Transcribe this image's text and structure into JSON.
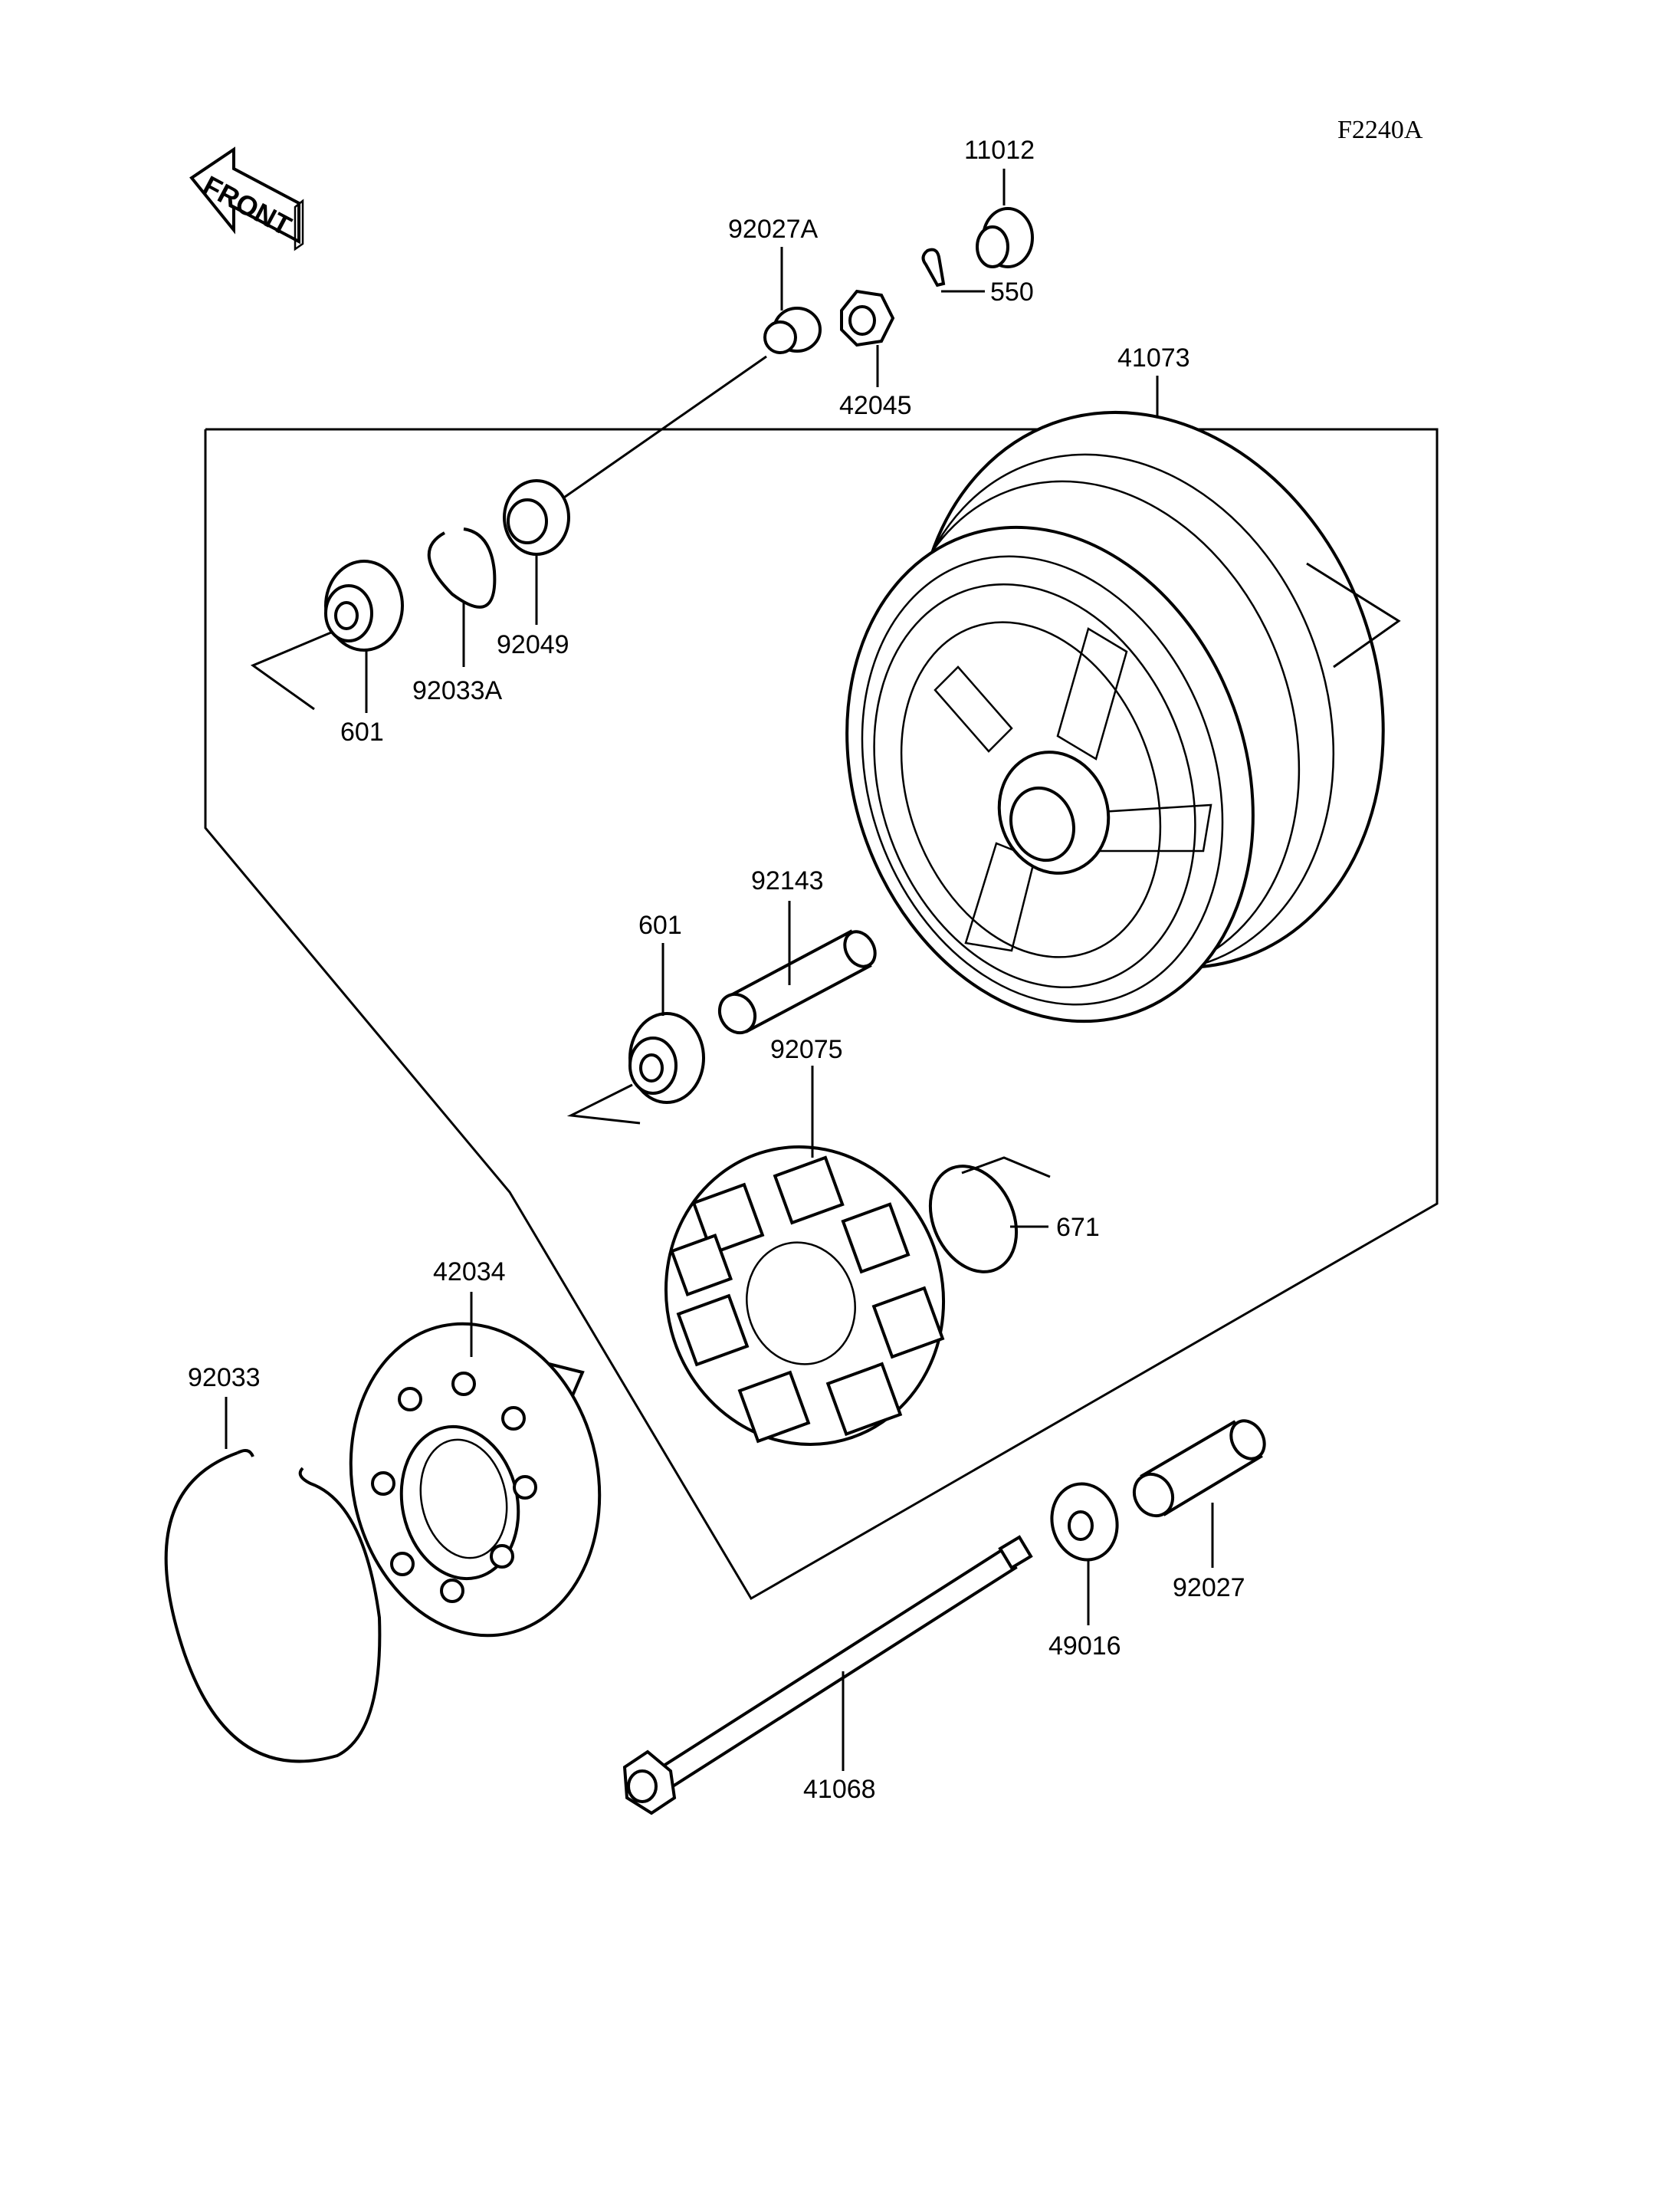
{
  "figure_code": "F2240A",
  "front_label": "FRONT",
  "parts": {
    "p11012": "11012",
    "p550": "550",
    "p92027A": "92027A",
    "p42045": "42045",
    "p41073": "41073",
    "p92049": "92049",
    "p92033A": "92033A",
    "p601_top": "601",
    "p601_mid": "601",
    "p92143": "92143",
    "p92075": "92075",
    "p671": "671",
    "p42034": "42034",
    "p92033": "92033",
    "p49016": "49016",
    "p92027": "92027",
    "p41068": "41068"
  }
}
